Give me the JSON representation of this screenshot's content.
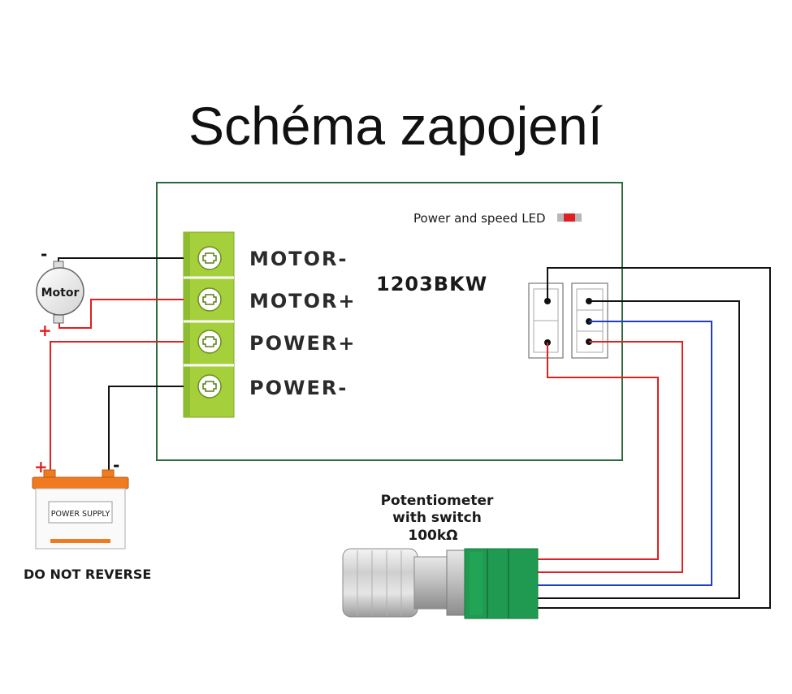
{
  "title": "Schéma zapojení",
  "controller": {
    "model": "1203BKW",
    "led_label": "Power and speed LED",
    "terminals": [
      "MOTOR-",
      "MOTOR+",
      "POWER+",
      "POWER-"
    ]
  },
  "motor": {
    "label": "Motor",
    "minus": "-",
    "plus": "+"
  },
  "battery": {
    "label": "POWER SUPPLY",
    "plus": "+",
    "minus": "-",
    "warning": "DO NOT REVERSE"
  },
  "potentiometer": {
    "line1": "Potentiometer",
    "line2": "with switch",
    "line3": "100kΩ"
  },
  "colors": {
    "board_border": "#2e6b3c",
    "terminal_green": "#a6cf3c",
    "wire_black": "#111111",
    "wire_red": "#e02020",
    "wire_blue": "#1f3fbf",
    "pot_green": "#1f9a50",
    "battery_orange": "#f07a1f"
  }
}
